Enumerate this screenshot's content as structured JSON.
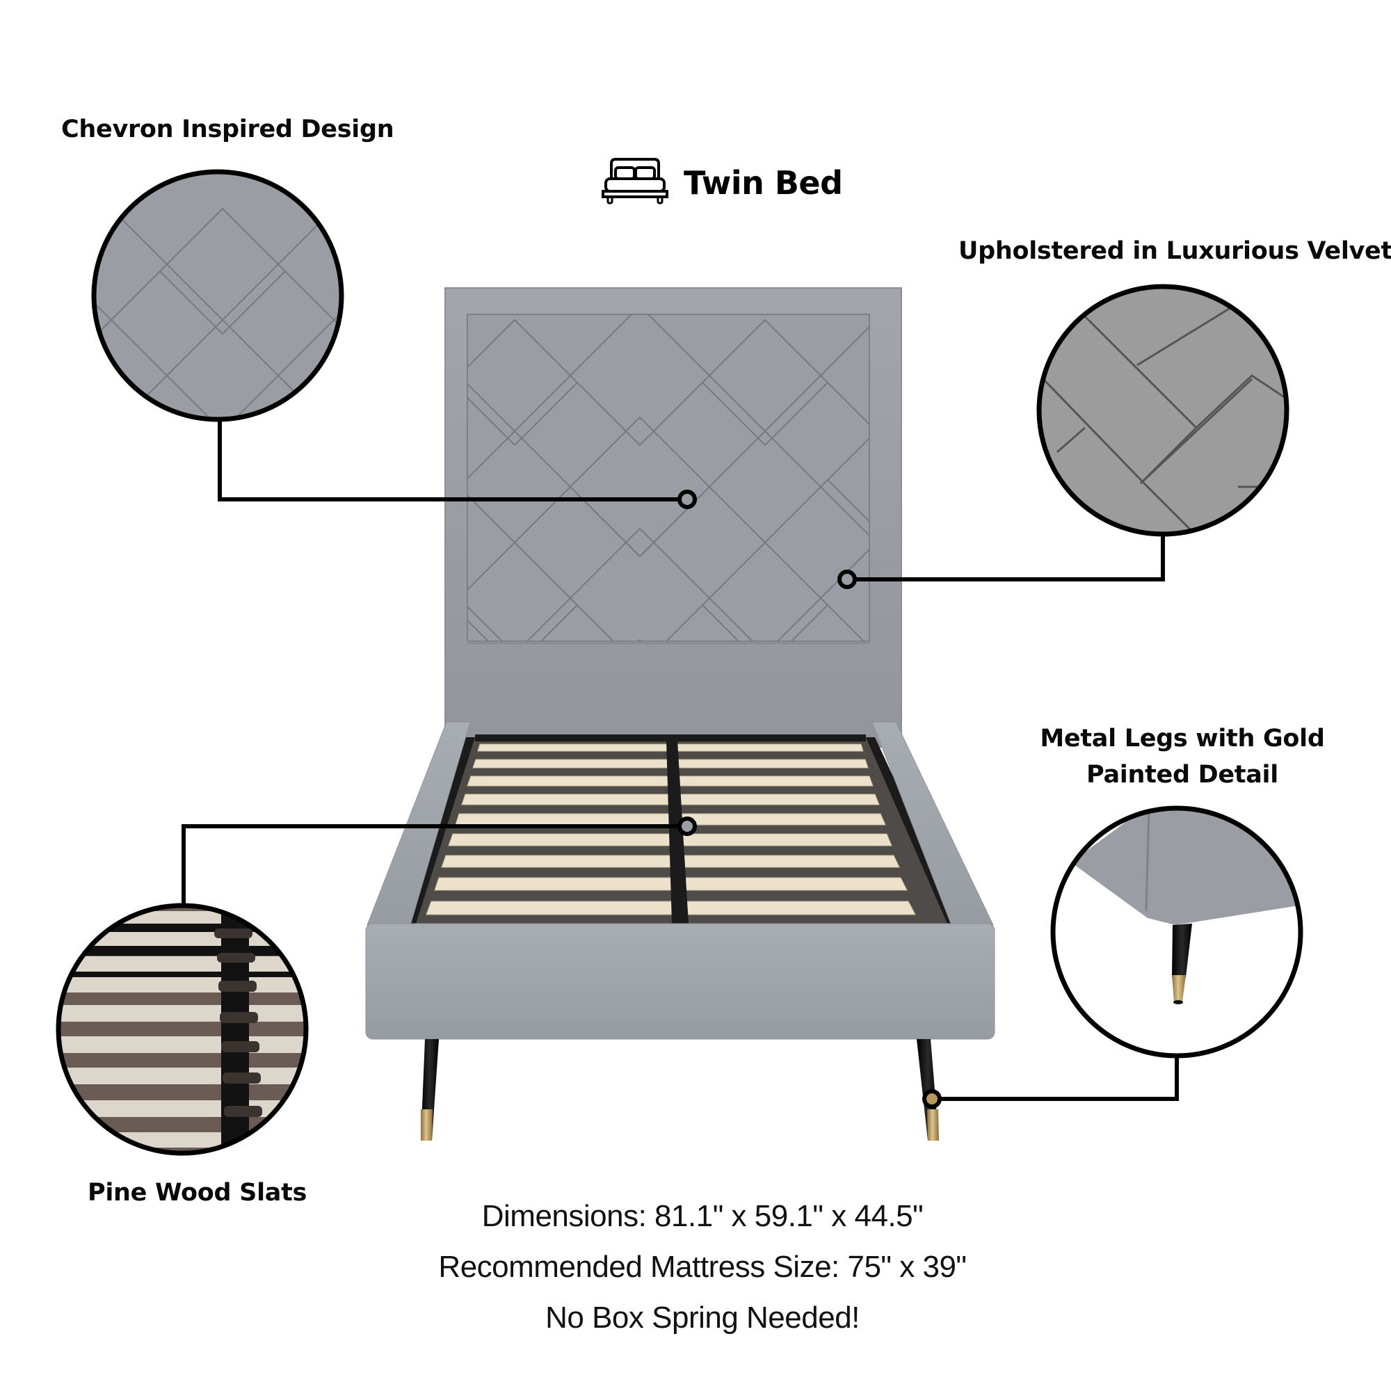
{
  "header": {
    "icon": "bed-icon",
    "title": "Twin Bed"
  },
  "features": [
    {
      "id": "chevron",
      "label": "Chevron Inspired Design",
      "position": "top-left"
    },
    {
      "id": "velvet",
      "label": "Upholstered in Luxurious Velvet",
      "position": "top-right"
    },
    {
      "id": "slats",
      "label": "Pine Wood Slats",
      "position": "bottom-left"
    },
    {
      "id": "legs",
      "label_line1": "Metal Legs with Gold",
      "label_line2": "Painted Detail",
      "position": "bottom-right"
    }
  ],
  "specs": {
    "dimensions": "Dimensions: 81.1\" x 59.1\" x 44.5\"",
    "mattress": "Recommended Mattress Size: 75\" x 39\"",
    "note": "No Box Spring Needed!"
  },
  "colors": {
    "velvet_gray": "#9ea2a8",
    "velvet_dark": "#868a90",
    "slat_wood": "#e8dcc4",
    "frame_black": "#1a1a1a",
    "gold": "#b89a5c",
    "line_black": "#000000"
  }
}
